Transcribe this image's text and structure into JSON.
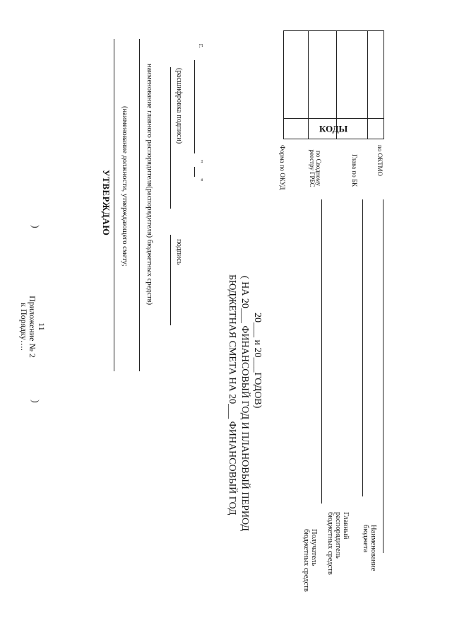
{
  "header": {
    "page_number": "11",
    "appendix": "Приложение № 2",
    "order_ref": "к  Порядку…."
  },
  "marks": {
    "left_mark": ")",
    "right_mark": ")"
  },
  "approval": {
    "heading": "УТВЕРЖДАЮ",
    "caption_position": "(наименование должности, утверждающего смету;",
    "caption_manager": "наименование главного распорядителя(распорядителя) бюджетных средств)",
    "caption_signature": "подпись",
    "caption_decoding": "(расшифровка подписи)",
    "date_quote_open": "\"",
    "date_quote_close": "\"",
    "date_year_suffix": "г."
  },
  "title": {
    "line1": "БЮДЖЕТНАЯ  СМЕТА  НА  20___ ФИНАНСОВЫЙ ГОД",
    "line2": "( НА  20___ ФИНАНСОВЫЙ ГОД И ПЛАНОВЫЙ ПЕРИОД",
    "line3": "20___ и  20___ГОДОВ)"
  },
  "form_fields": {
    "recipient_label": "Получатель бюджетных средств",
    "chief_manager_label": "Главный распорядитель бюджетных средств",
    "budget_name_label": "Наименование бюджета"
  },
  "codes": {
    "heading": "КОДЫ",
    "okud": "Форма  по ОКУД",
    "grbs": "по Сводному реестру  ГРБС",
    "bk": "Глава  по БК",
    "oktmo": "по ОКТМО"
  }
}
